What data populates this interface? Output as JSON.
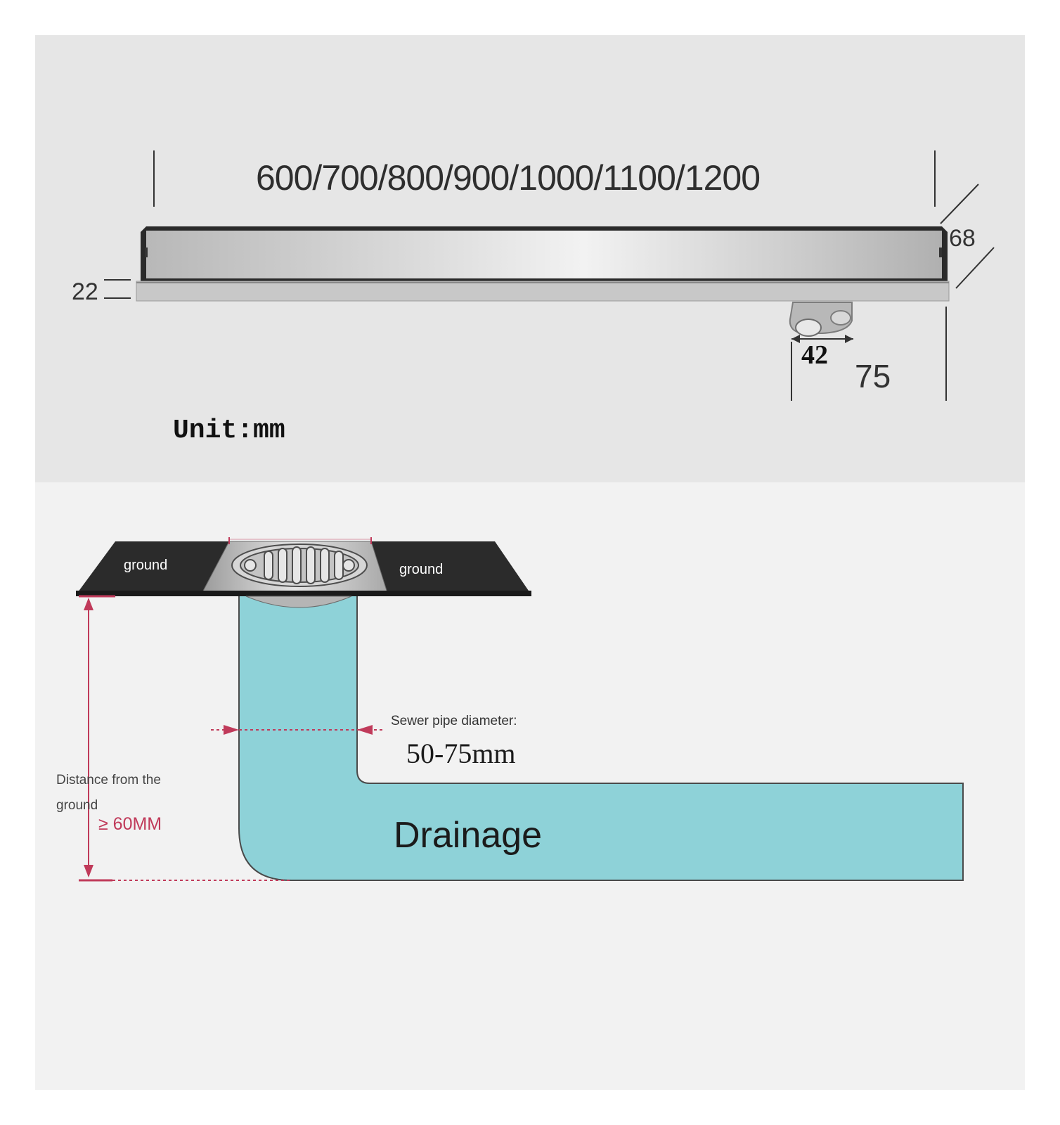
{
  "product": {
    "lengths": "600/700/800/900/1000/1100/1200",
    "width_68": "68",
    "height_22": "22",
    "outlet_42": "42",
    "outlet_75": "75",
    "unit": "Unit:mm"
  },
  "installation": {
    "ground_left": "ground",
    "ground_right": "ground",
    "sewer_label": "Sewer pipe diameter:",
    "sewer_value": "50-75mm",
    "distance_line1": "Distance from the",
    "distance_line2": "ground",
    "distance_value": "≥ 60MM",
    "drainage": "Drainage"
  },
  "colors": {
    "pipe_fill": "#8ed2d8",
    "ground_fill": "#2b2b2b",
    "accent_red": "#c03a5a",
    "steel": "#bdbdbd"
  }
}
